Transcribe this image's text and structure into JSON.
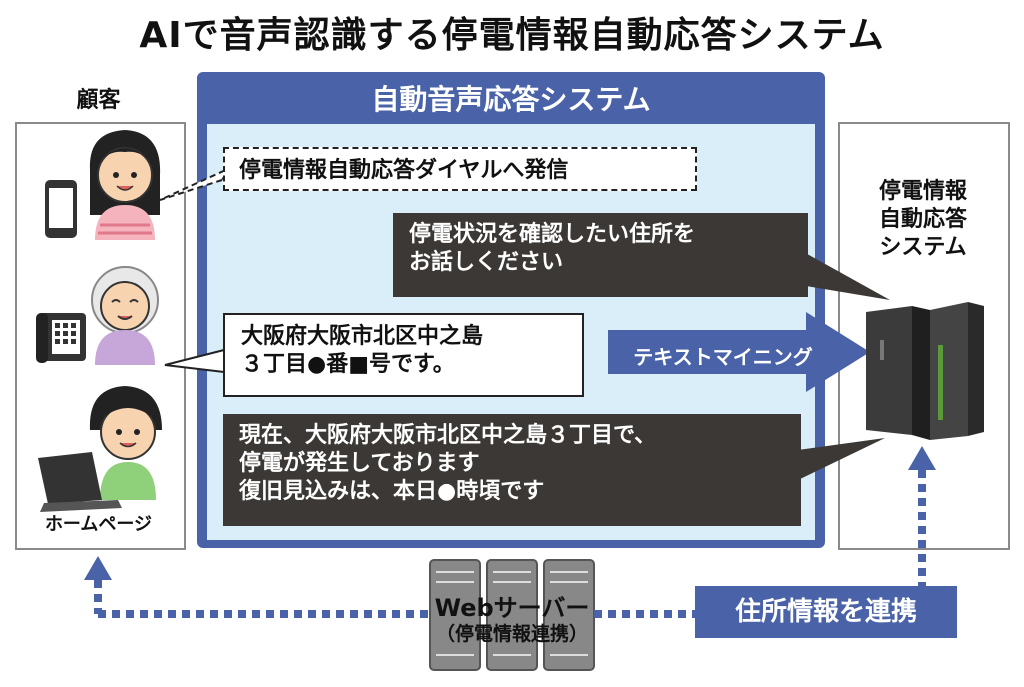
{
  "title": "AIで音声認識する停電情報自動応答システム",
  "customer": {
    "label": "顧客",
    "homepage_label": "ホームページ"
  },
  "system": {
    "title": "自動音声応答システム",
    "dial_text": "停電情報自動応答ダイヤルへ発信",
    "prompt_text": "停電状況を確認したい住所を\nお話しください",
    "address_text": "大阪府大阪市北区中之島\n３丁目●番■号です。",
    "mining_label": "テキストマイニング",
    "result_text": "現在、大阪府大阪市北区中之島３丁目で、\n停電が発生しております\n復旧見込みは、本日●時頃です"
  },
  "right": {
    "label": "停電情報\n自動応答\nシステム"
  },
  "web_server": {
    "label": "Webサーバー",
    "sub": "（停電情報連携）"
  },
  "link_label": "住所情報を連携",
  "colors": {
    "panel_blue": "#4a63a8",
    "inner_blue": "#d9eef8",
    "bubble_dark": "#3c3835"
  }
}
